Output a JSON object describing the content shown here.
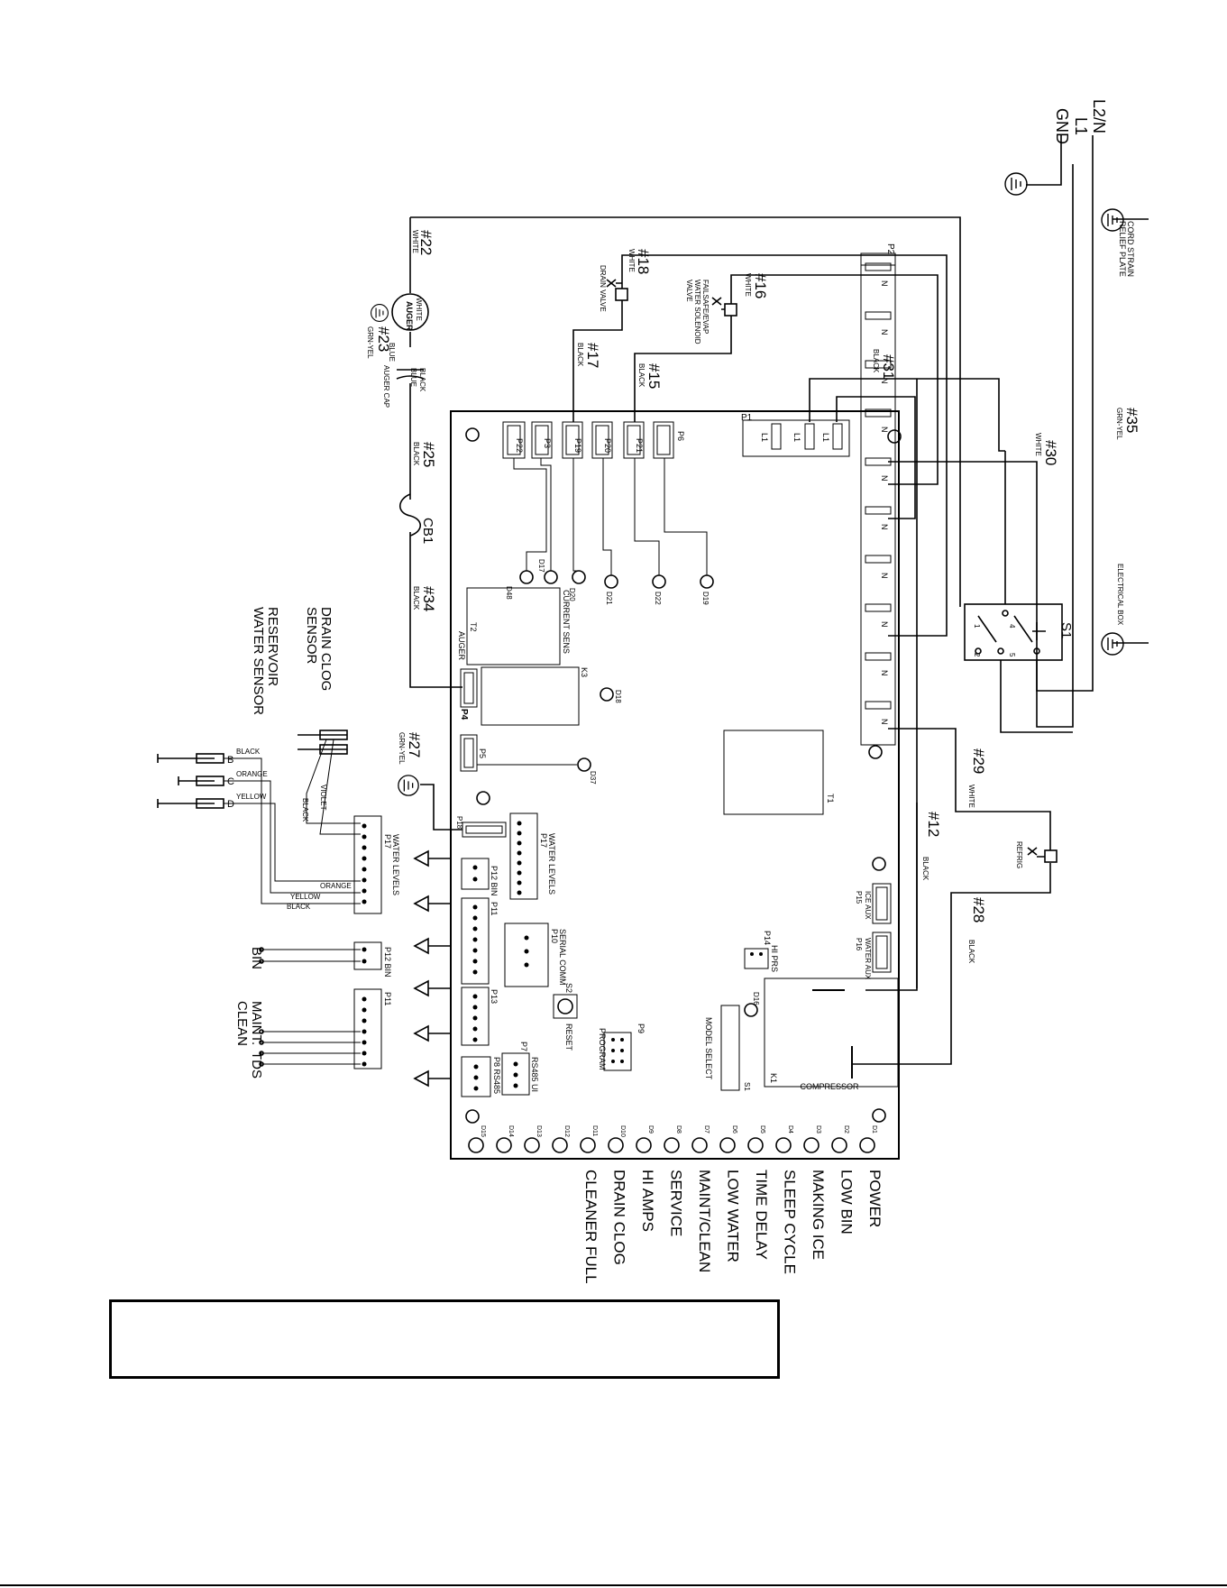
{
  "power": {
    "l2n": "L2/N",
    "l1": "L1",
    "gnd": "GND",
    "cord_strain": "CORD STRAIN",
    "relief_plate": "RELIEF PLATE",
    "electrical_box": "ELECTRICAL BOX"
  },
  "wires": {
    "w22": "#22",
    "w22c": "WHITE",
    "w23": "#23",
    "w23c": "GRN-YEL",
    "w25": "#25",
    "w25c": "BLACK",
    "w34": "#34",
    "w34c": "BLACK",
    "w18": "#18",
    "w18c": "WHITE",
    "w17": "#17",
    "w17c": "BLACK",
    "w16": "#16",
    "w16c": "WHITE",
    "w15": "#15",
    "w15c": "BLACK",
    "w31": "#31",
    "w31c": "BLACK",
    "w30": "#30",
    "w30c": "WHITE",
    "w35": "#35",
    "w35c": "GRN-YEL",
    "w29": "#29",
    "w29c": "WHITE",
    "w12": "#12",
    "w12c": "BLACK",
    "w28": "#28",
    "w28c": "BLACK",
    "w27": "#27",
    "w27c": "GRN-YEL"
  },
  "components": {
    "auger": "AUGER",
    "auger_cap": "AUGER CAP",
    "blue": "BLUE",
    "black": "BLACK",
    "white": "WHITE",
    "cb1": "CB1",
    "drain_valve": "DRAIN VALVE",
    "failsafe1": "FAILSAFE/EVAP",
    "failsafe2": "WATER SOLENOID",
    "failsafe3": "VALVE",
    "refrig": "REFRIG",
    "s1": "S1",
    "s1_1": "1",
    "s1_2": "2",
    "s1_4": "4",
    "s1_5": "5"
  },
  "board": {
    "p1": "P1",
    "l1": "L1",
    "p2": "P2",
    "n": "N",
    "p22": "P22",
    "p3": "P3",
    "p19": "P19",
    "p20": "P20",
    "p21": "P21",
    "p6": "P6",
    "d48": "D48",
    "d17": "D17",
    "d20": "D20",
    "d21": "D21",
    "d22": "D22",
    "d19": "D19",
    "current_sens": "CURRENT SENS",
    "t2": "T2",
    "auger": "AUGER",
    "k3": "K3",
    "d18": "D18",
    "p4": "P4",
    "p5": "P5",
    "d37": "D37",
    "t1": "T1",
    "p18": "P18",
    "p17": "P17",
    "water_levels": "WATER LEVELS",
    "p12bin": "P12 BIN",
    "p11": "P11",
    "p10": "P10",
    "serial_comm": "SERIAL COMM",
    "p13": "P13",
    "s2": "S2",
    "reset": "RESET",
    "p9": "P9",
    "program": "PROGRAM",
    "model_select": "MODEL SELECT",
    "p7": "P7",
    "rs485ui": "RS485 UI",
    "p8": "P8 RS485",
    "p15": "P15",
    "ice_aux": "ICE AUX",
    "p16": "P16",
    "water_aux": "WATER AUX",
    "p14": "P14",
    "hi_prs": "HI PRS",
    "d16": "D16",
    "k1": "K1",
    "compressor": "COMPRESSOR",
    "s1": "S1",
    "d1": "D1",
    "d2": "D2",
    "d3": "D3",
    "d4": "D4",
    "d5": "D5",
    "d6": "D6",
    "d7": "D7",
    "d8": "D8",
    "d9": "D9",
    "d10": "D10",
    "d11": "D11",
    "d12": "D12",
    "d13": "D13",
    "d14": "D14",
    "d15": "D15"
  },
  "sensors": {
    "drain1": "DRAIN CLOG",
    "drain2": "SENSOR",
    "res1": "RESERVOIR",
    "res2": "WATER SENSOR",
    "b": "B",
    "c": "C",
    "d": "D",
    "black": "BLACK",
    "orange": "ORANGE",
    "yellow": "YELLOW",
    "violet": "VIOLET",
    "p17": "P17",
    "water_levels": "WATER LEVELS",
    "p12bin": "P12 BIN",
    "bin": "BIN",
    "p11": "P11",
    "maint": "MAINT.",
    "clean": "CLEAN",
    "tds": "TDS"
  },
  "leds": [
    "POWER",
    "LOW BIN",
    "MAKING ICE",
    "SLEEP CYCLE",
    "TIME DELAY",
    "LOW WATER",
    "MAINT/CLEAN",
    "SERVICE",
    "HI AMPS",
    "DRAIN CLOG",
    "CLEANER FULL"
  ]
}
